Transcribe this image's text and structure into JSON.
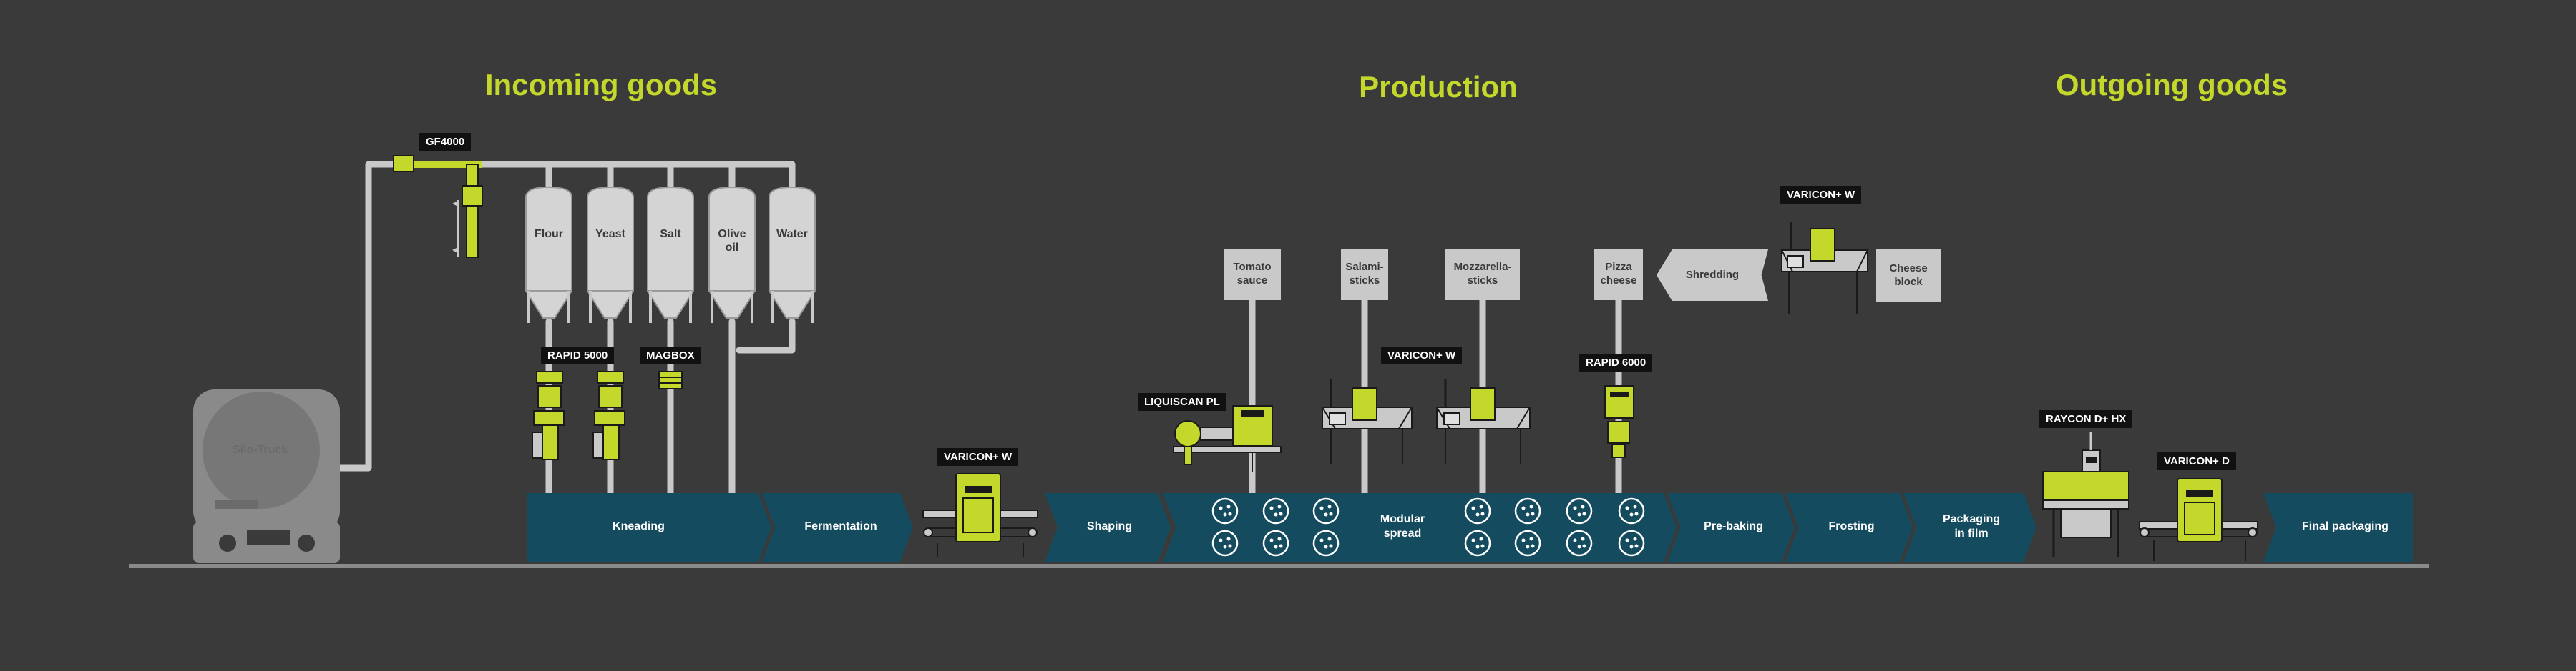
{
  "headings": {
    "incoming": "Incoming goods",
    "production": "Production",
    "outgoing": "Outgoing goods"
  },
  "silos": [
    "Flour",
    "Yeast",
    "Salt",
    "Olive\noil",
    "Water"
  ],
  "truck": "Silo-Truck",
  "stages": {
    "kneading": "Kneading",
    "fermentation": "Fermentation",
    "shaping": "Shaping",
    "modular_spread": "Modular\nspread",
    "pre_baking": "Pre-baking",
    "frosting": "Frosting",
    "packaging_film": "Packaging\nin film",
    "final_packaging": "Final packaging"
  },
  "ingredients": {
    "tomato_sauce": "Tomato\nsauce",
    "salami_sticks": "Salami-\nsticks",
    "mozzarella_sticks": "Mozzarella-\nsticks",
    "pizza_cheese": "Pizza\ncheese",
    "shredding": "Shredding",
    "cheese_block": "Cheese\nblock"
  },
  "devices": {
    "gf4000": "GF4000",
    "rapid5000": "RAPID 5000",
    "magbox": "MAGBOX",
    "varicon_w_1": "VARICON+ W",
    "liquiscan": "LIQUISCAN PL",
    "varicon_w_2": "VARICON+ W",
    "rapid6000": "RAPID 6000",
    "varicon_w_3": "VARICON+ W",
    "raycon": "RAYCON D+ HX",
    "varicon_d": "VARICON+ D"
  },
  "colors": {
    "background": "#3a3a3a",
    "accent": "#c3d82a",
    "conveyor": "#154b5e",
    "equipment_grey": "#c9c9c9"
  }
}
